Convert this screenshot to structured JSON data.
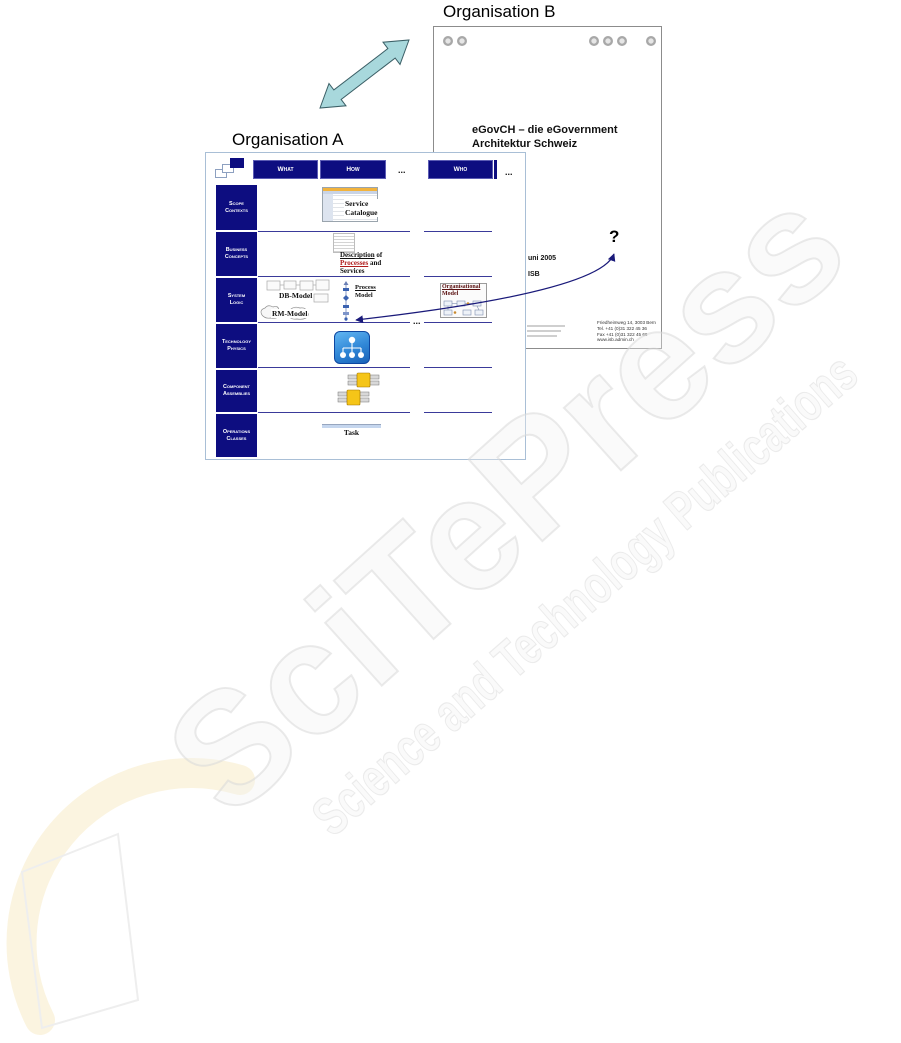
{
  "labels": {
    "organisation_a": "Organisation A",
    "organisation_b": "Organisation B"
  },
  "question_mark": "?",
  "organisation_b_document": {
    "title_line1": "eGovCH – die eGovernment",
    "title_line2": "Architektur Schweiz",
    "date": "uni 2005",
    "publisher": "ISB",
    "address_lines": [
      "Friedheimweg 14, 3003 Bern",
      "Tel. +41 (0)31 322 45 36",
      "Fax +41 (0)31 322 45 66",
      "www.isb.admin.ch"
    ]
  },
  "organisation_a_framework": {
    "columns": [
      "What",
      "How",
      "...",
      "Who",
      "..."
    ],
    "rows": [
      {
        "line1": "Scope",
        "line2": "Contexts"
      },
      {
        "line1": "Business",
        "line2": "Concepts"
      },
      {
        "line1": "System",
        "line2": "Logic"
      },
      {
        "line1": "Technology",
        "line2": "Physics"
      },
      {
        "line1": "Component",
        "line2": "Assemblies"
      },
      {
        "line1": "Operations",
        "line2": "Classes"
      }
    ],
    "cells": {
      "service_catalogue": [
        "Service",
        "Catalogue"
      ],
      "description": {
        "w1": "Description",
        "w2": "of",
        "w3": "Processes",
        "w4": "and",
        "w5": "Services"
      },
      "db_model": "DB-Model",
      "rm_model": "RM-Model",
      "process_model": [
        "Process",
        "Model"
      ],
      "organisational_model": [
        "Organisational",
        "Model"
      ],
      "row_ellipsis": "...",
      "task": "Task"
    }
  },
  "watermark": {
    "brand": "SciTePress",
    "tagline": "Science and Technology Publications"
  },
  "colors": {
    "framework_navy": "#0d0d80",
    "double_arrow_fill": "#a8d8dc",
    "mapping_arrow": "#1a1a7a",
    "process_link": "#b01c1c"
  }
}
